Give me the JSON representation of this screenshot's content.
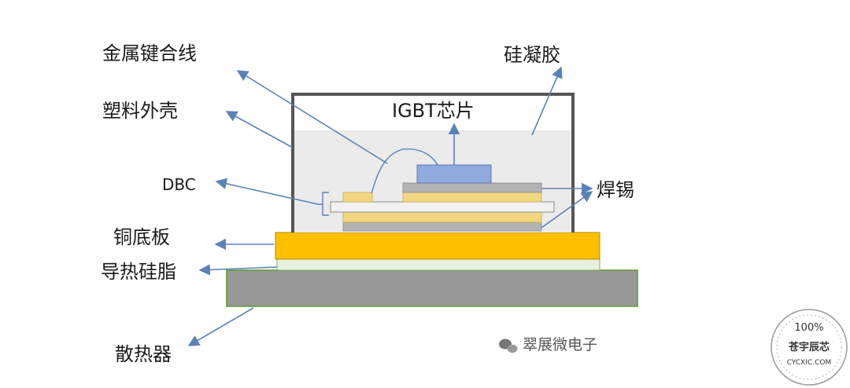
{
  "labels": {
    "bond_wire": "金属键合线",
    "gel": "硅凝胶",
    "housing": "塑料外壳",
    "igbt_chip": "IGBT芯片",
    "dbc": "DBC",
    "solder": "焊锡",
    "copper_base": "铜底板",
    "thermal_grease": "导热硅脂",
    "heatsink": "散热器"
  },
  "watermark": {
    "text": "翠展微电子",
    "icon": "wechat-logo-icon"
  },
  "badge": {
    "percent": "100%",
    "name": "苍宇辰芯",
    "url": "CYCXIC.COM"
  },
  "colors": {
    "housing_outline": "#555555",
    "gel_fill": "#ebebeb",
    "chip": "#8faadc",
    "solder_layer": "#f2d780",
    "ceramic": "#b3b3b3",
    "copper_base": "#ffc000",
    "thermal_grease": "#e8f0df",
    "heatsink": "#999999",
    "heatsink_border": "#5a9a2e",
    "arrow": "#5a82b8"
  }
}
